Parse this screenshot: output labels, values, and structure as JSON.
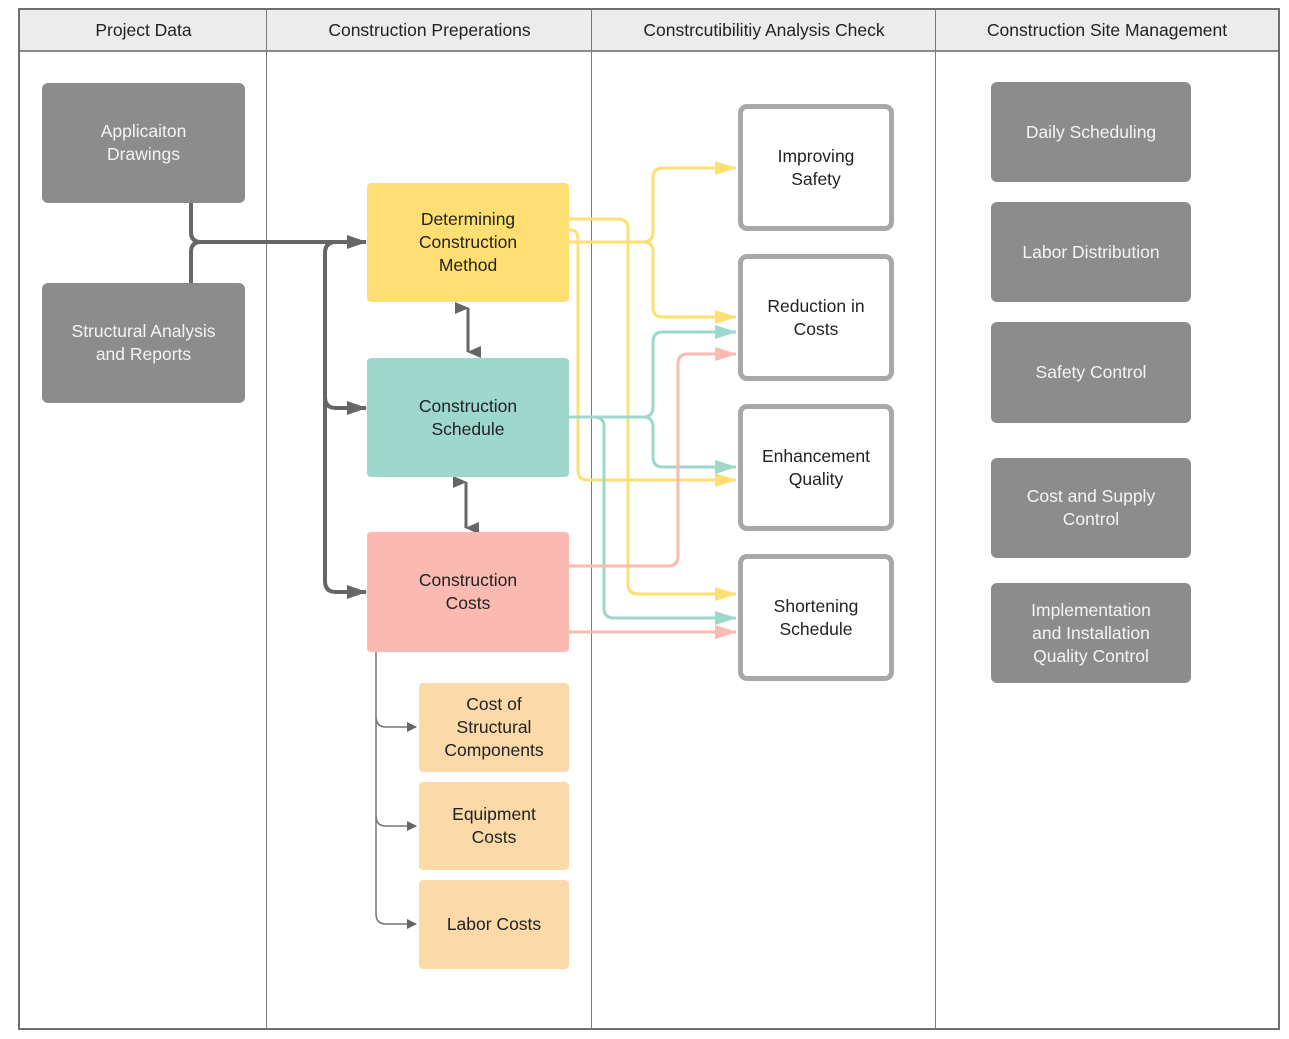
{
  "lanes": [
    {
      "title": "Project Data"
    },
    {
      "title": "Construction Preperations"
    },
    {
      "title": "Constrcutibilitiy Analysis Check"
    },
    {
      "title": "Construction Site Management"
    }
  ],
  "project_data": {
    "drawings": "Applicaiton\nDrawings",
    "structural": "Structural Analysis\nand Reports"
  },
  "preparations": {
    "method": "Determining\nConstruction\nMethod",
    "schedule": "Construction\nSchedule",
    "costs": "Construction\nCosts",
    "structural_cost": "Cost of\nStructural\nComponents",
    "equipment_cost": "Equipment\nCosts",
    "labor_cost": "Labor Costs"
  },
  "analysis": {
    "safety": "Improving\nSafety",
    "reduction": "Reduction in\nCosts",
    "quality": "Enhancement\nQuality",
    "shortening": "Shortening\nSchedule"
  },
  "management": {
    "daily": "Daily Scheduling",
    "labor": "Labor Distribution",
    "safety": "Safety Control",
    "cost_supply": "Cost and Supply\nControl",
    "implementation": "Implementation\nand Installation\nQuality Control"
  },
  "colors": {
    "yellow": "#ffdf73",
    "teal": "#9ed8cc",
    "pink": "#fbbab1",
    "orange": "#fcd9a8",
    "gray": "#8c8c8c",
    "connector": "#666666"
  }
}
